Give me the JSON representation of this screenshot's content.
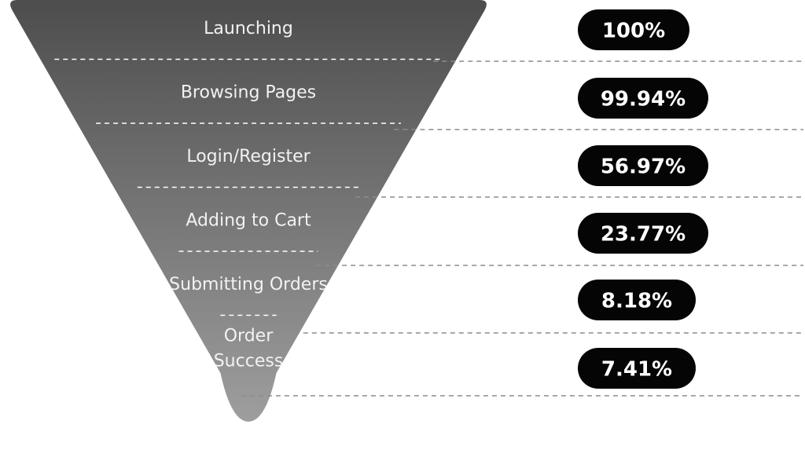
{
  "chart_data": {
    "type": "funnel",
    "stages": [
      {
        "label": "Launching",
        "value": 100,
        "display": "100%"
      },
      {
        "label": "Browsing Pages",
        "value": 99.94,
        "display": "99.94%"
      },
      {
        "label": "Login/Register",
        "value": 56.97,
        "display": "56.97%"
      },
      {
        "label": "Adding to Cart",
        "value": 23.77,
        "display": "23.77%"
      },
      {
        "label": "Submitting Orders",
        "value": 8.18,
        "display": "8.18%"
      },
      {
        "label": "Order\nSuccess",
        "value": 7.41,
        "display": "7.41%"
      }
    ],
    "colors": {
      "funnel_top": "#4d4d4d",
      "funnel_bottom": "#9e9e9e",
      "pill": "#050505",
      "pill_text": "#ffffff",
      "stage_text": "#f2f2f2",
      "outer_separator": "#8c8c8c",
      "inner_separator": "#ffffff"
    }
  }
}
